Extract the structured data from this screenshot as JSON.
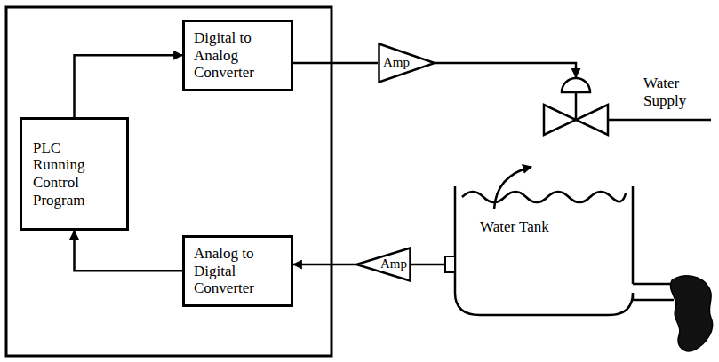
{
  "diagram": {
    "nodes": [
      {
        "text": [
          "PLC Running Control Program"
        ]
      },
      {
        "text": [
          "Digital to Analog Converter"
        ]
      },
      {
        "text": [
          "Analog to Digital Converter"
        ]
      },
      {
        "text": [
          "Amp"
        ]
      },
      {
        "text": [
          "Amp"
        ]
      },
      {
        "text": [
          "Water Tank"
        ]
      }
    ],
    "edges": [
      {
        "from": 0,
        "to": 1,
        "arrow": "to"
      },
      {
        "from": 1,
        "to": 3,
        "arrow": "none"
      },
      {
        "from": 5,
        "to": 4,
        "arrow": "none"
      },
      {
        "from": 4,
        "to": 2,
        "arrow": "to"
      },
      {
        "from": 2,
        "to": 0,
        "arrow": "to"
      }
    ],
    "labels": [
      "Water Supply"
    ]
  }
}
